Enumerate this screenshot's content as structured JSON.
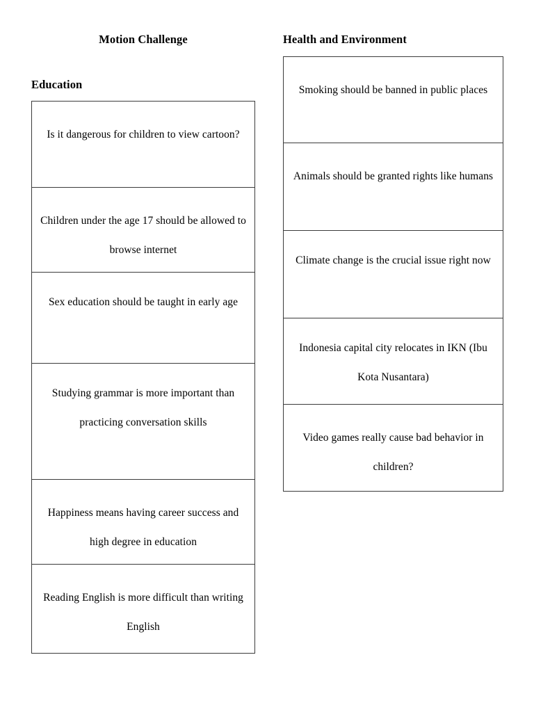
{
  "document": {
    "title": "Motion Challenge"
  },
  "sections": [
    {
      "id": "education",
      "heading": "Education",
      "topics": [
        {
          "text": "Is it dangerous for children to view cartoon?"
        },
        {
          "text": "Children under the age 17 should be allowed to browse internet"
        },
        {
          "text": "Sex education should be taught in early age"
        },
        {
          "text": "Studying grammar is more important than practicing conversation skills"
        },
        {
          "text": "Happiness means having career success and high degree in education"
        },
        {
          "text": "Reading English is more difficult than writing English"
        }
      ]
    },
    {
      "id": "health-and-environment",
      "heading": "Health and Environment",
      "topics": [
        {
          "text": "Smoking should be banned in public places"
        },
        {
          "text": "Animals should be granted rights like humans"
        },
        {
          "text": "Climate change is the crucial issue right now"
        },
        {
          "text": "Indonesia capital city relocates in IKN (Ibu Kota Nusantara)"
        },
        {
          "text": "Video games really cause bad behavior in children?"
        }
      ]
    }
  ],
  "colors": {
    "page_background": "#ffffff",
    "text": "#000000",
    "table_border": "#3a3a3a"
  }
}
